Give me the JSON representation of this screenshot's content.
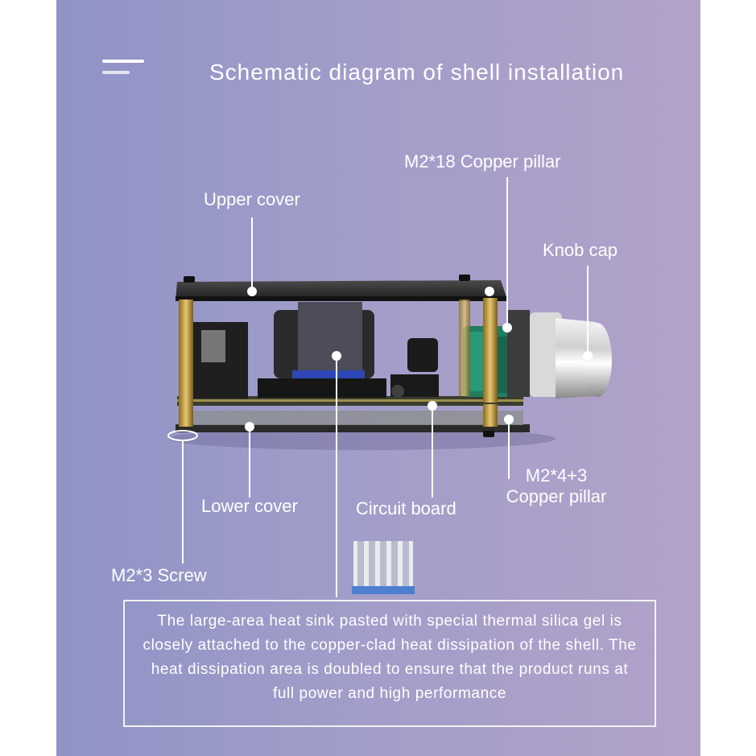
{
  "title": "Schematic diagram of shell installation",
  "labels": {
    "copper_pillar_top": "M2*18  Copper pillar",
    "upper_cover": "Upper cover",
    "knob_cap": "Knob cap",
    "lower_cover": "Lower cover",
    "circuit_board": "Circuit board",
    "copper_pillar_bottom_line1": "M2*4+3",
    "copper_pillar_bottom_line2": "Copper pillar",
    "screw": "M2*3 Screw"
  },
  "description": "The large-area heat sink pasted with special thermal silica gel is closely attached to the copper-clad heat dissipation of the shell. The heat dissipation area is doubled to ensure that the product runs at full power and high performance",
  "colors": {
    "background_start": "#8f93c6",
    "background_end": "#b2a2c9",
    "text": "#ffffff",
    "heat_sink_base": "#4d7fd0"
  }
}
